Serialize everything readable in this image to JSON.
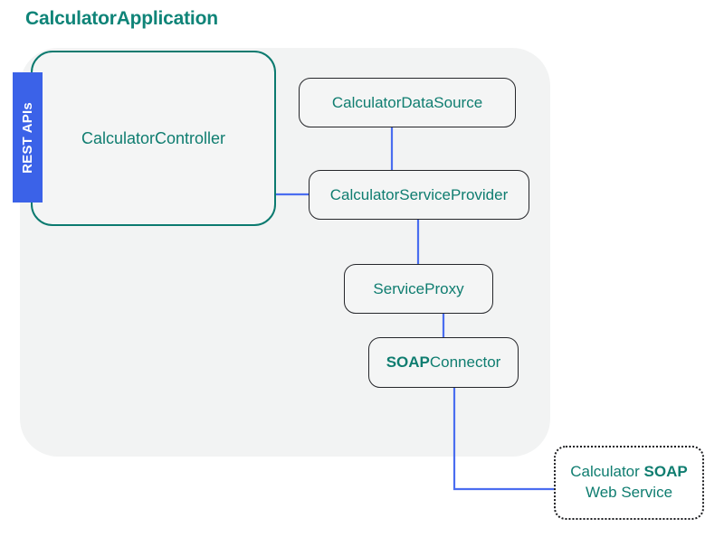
{
  "diagram": {
    "title": "CalculatorApplication",
    "type": "architecture-component-diagram",
    "colors": {
      "accent_teal": "#0f7d70",
      "title_teal": "#0f8478",
      "container_border_teal": "#0b7a6f",
      "badge_blue": "#3b62e8",
      "connector_blue": "#4a6df0",
      "panel_gray": "#f2f3f3",
      "node_fill": "#f4f5f5",
      "node_border": "#25262a",
      "external_border": "#1c1d20",
      "background": "#ffffff"
    }
  },
  "app_panel": {
    "name": "CalculatorApplication",
    "label": ""
  },
  "rest_badge": {
    "label": "REST APIs",
    "orientation": "vertical"
  },
  "controller": {
    "label": "CalculatorController"
  },
  "nodes": [
    {
      "id": "datasource",
      "label": "CalculatorDataSource",
      "bold_prefix": "",
      "rest": "CalculatorDataSource"
    },
    {
      "id": "serviceprovider",
      "label": "CalculatorServiceProvider",
      "bold_prefix": "",
      "rest": "CalculatorServiceProvider"
    },
    {
      "id": "serviceproxy",
      "label": "ServiceProxy",
      "bold_prefix": "",
      "rest": "ServiceProxy"
    },
    {
      "id": "soapconnector",
      "label": "SOAPConnector",
      "bold_prefix": "SOAP",
      "rest": "Connector"
    }
  ],
  "external_service": {
    "line1_normal": "Calculator ",
    "line1_bold": "SOAP",
    "line2": "Web Service",
    "full_label": "Calculator SOAP Web Service",
    "style": "dotted"
  },
  "connections": [
    {
      "from": "CalculatorController",
      "to": "CalculatorServiceProvider"
    },
    {
      "from": "CalculatorDataSource",
      "to": "CalculatorServiceProvider"
    },
    {
      "from": "CalculatorServiceProvider",
      "to": "ServiceProxy"
    },
    {
      "from": "ServiceProxy",
      "to": "SOAPConnector"
    },
    {
      "from": "SOAPConnector",
      "to": "Calculator SOAP Web Service"
    }
  ]
}
